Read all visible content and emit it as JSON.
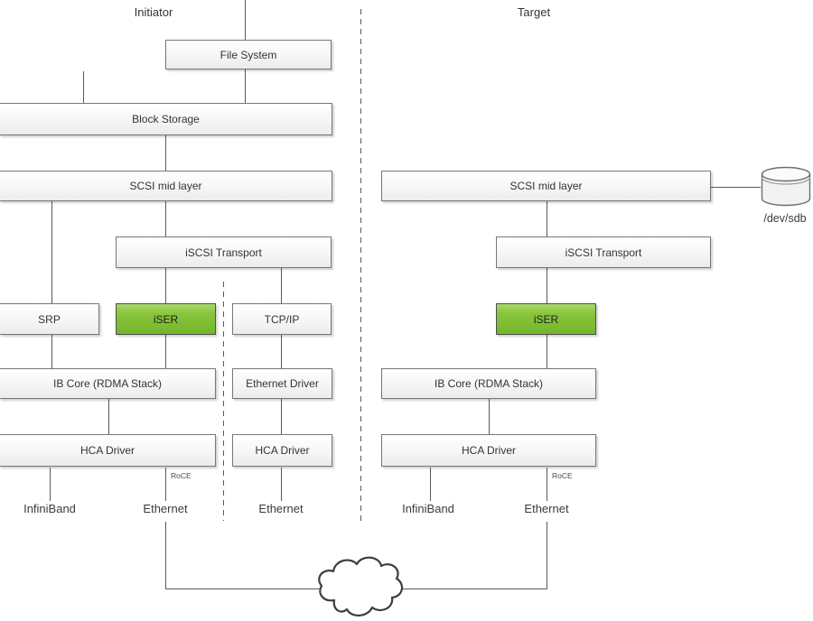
{
  "diagram": {
    "title_left": "Initiator",
    "title_right": "Target",
    "boxes": {
      "file_system": "File System",
      "block_storage": "Block Storage",
      "scsi_mid_initiator": "SCSI mid layer",
      "iscsi_transport_initiator": "iSCSI Transport",
      "srp": "SRP",
      "iser_initiator": "iSER",
      "tcpip": "TCP/IP",
      "ib_core_initiator": "IB Core (RDMA Stack)",
      "ethernet_driver": "Ethernet Driver",
      "hca_driver_initiator": "HCA Driver",
      "hca_driver_ethernet": "HCA Driver",
      "scsi_mid_target": "SCSI mid layer",
      "iscsi_transport_target": "iSCSI Transport",
      "iser_target": "iSER",
      "ib_core_target": "IB Core (RDMA Stack)",
      "hca_driver_target": "HCA Driver"
    },
    "labels": {
      "roce_initiator": "RoCE",
      "roce_target": "RoCE",
      "infiniband_initiator": "InfiniBand",
      "ethernet_initiator": "Ethernet",
      "ethernet_tcp": "Ethernet",
      "infiniband_target": "InfiniBand",
      "ethernet_target": "Ethernet",
      "device": "/dev/sdb"
    },
    "colors": {
      "highlight_green_top": "#8bc63e",
      "highlight_green_bottom": "#72b62a",
      "box_border": "#777777",
      "line": "#5a5a5a"
    }
  }
}
